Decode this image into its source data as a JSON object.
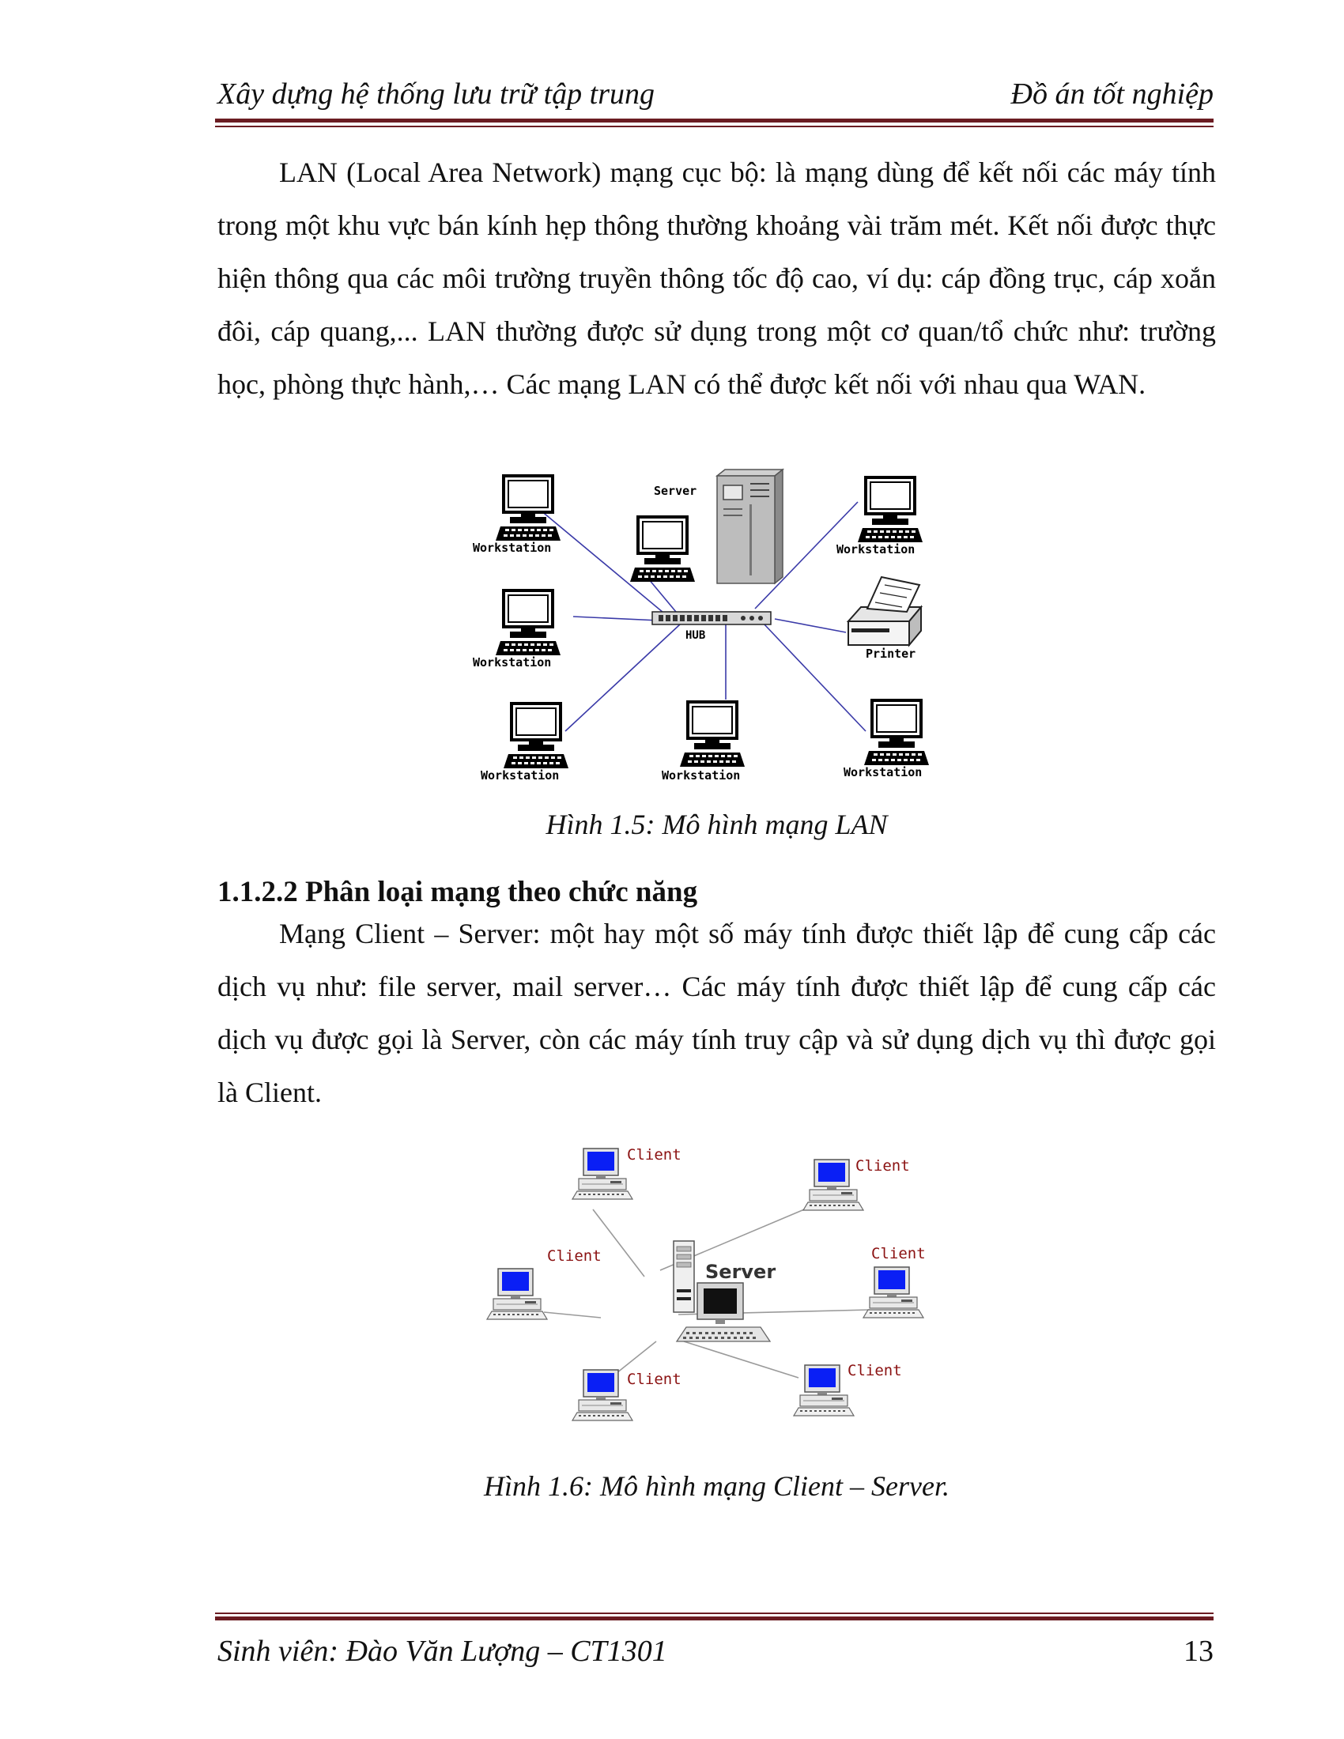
{
  "header": {
    "left": "Xây dựng hệ thống lưu trữ tập trung",
    "right": "Đồ án tốt nghiệp"
  },
  "body": {
    "para_lan": "LAN (Local Area Network) mạng cục bộ: là mạng dùng để kết nối các máy tính trong một khu vực bán kính hẹp thông thường khoảng vài trăm mét. Kết nối được thực hiện thông qua các môi trường truyền thông tốc độ cao, ví dụ: cáp đồng trục, cáp xoắn đôi, cáp quang,... LAN thường được sử dụng trong một cơ quan/tổ chức như: trường học, phòng thực hành,… Các mạng LAN có thể được kết nối với nhau qua WAN.",
    "section_heading": "1.1.2.2 Phân loại mạng theo chức năng",
    "para_cs": "Mạng Client – Server: một hay một số máy tính được thiết lập để cung cấp các dịch vụ như: file server, mail server… Các máy tính được thiết lập để cung cấp các dịch vụ được gọi là Server, còn các máy tính truy cập và sử dụng dịch vụ thì được gọi là Client."
  },
  "figure_lan": {
    "caption": "Hình 1.5: Mô hình mạng LAN",
    "labels": {
      "server": "Server",
      "hub": "HUB",
      "printer": "Printer",
      "workstation": "Workstation"
    }
  },
  "figure_cs": {
    "caption": "Hình 1.6: Mô hình mạng Client – Server.",
    "labels": {
      "server": "Server",
      "client": "Client"
    }
  },
  "footer": {
    "left": "Sinh viên: Đào Văn Lượng – CT1301",
    "page_number": "13"
  }
}
